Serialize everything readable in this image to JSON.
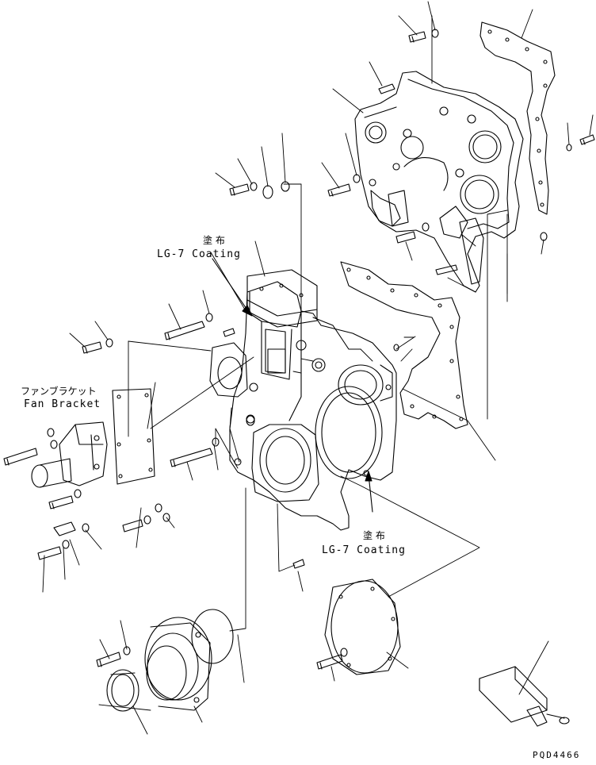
{
  "labels": {
    "coating_top_jp": "塗 布",
    "coating_top_en": "LG-7 Coating",
    "coating_bottom_jp": "塗 布",
    "coating_bottom_en": "LG-7 Coating",
    "fan_bracket_jp": "ファンブラケット",
    "fan_bracket_en": "Fan Bracket",
    "drawing_code": "PQD4466"
  },
  "icons": [
    "bolt-icon",
    "washer-icon",
    "gasket-icon",
    "cover-icon",
    "seal-icon",
    "tool-icon"
  ]
}
